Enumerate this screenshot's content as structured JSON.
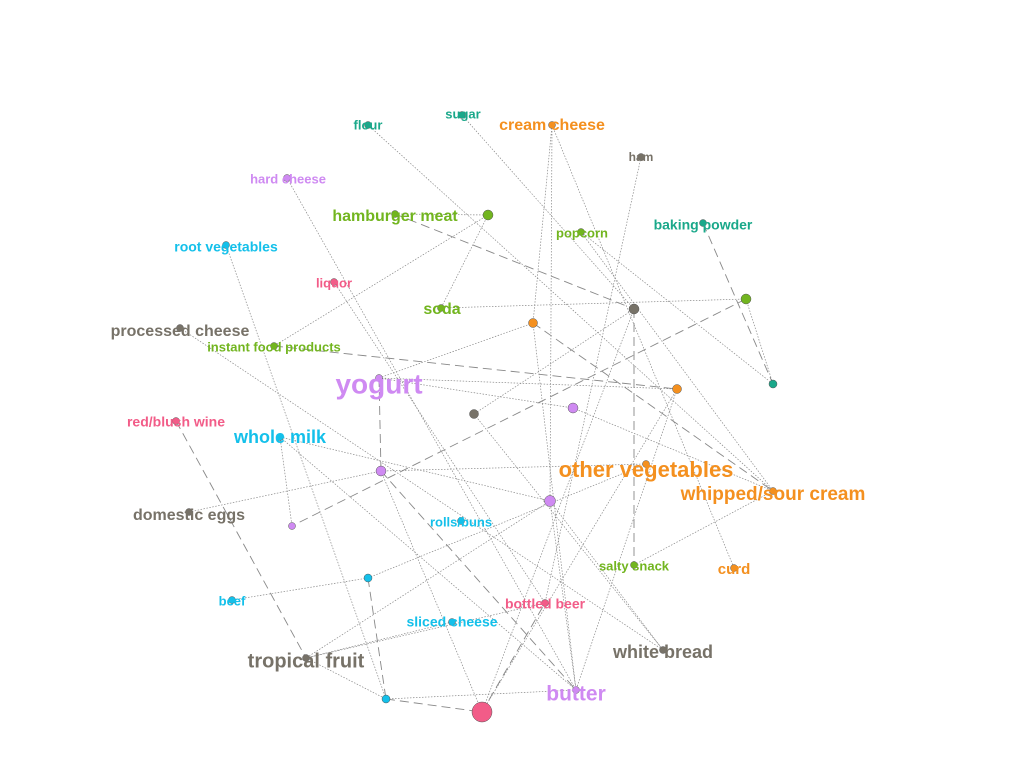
{
  "graph": {
    "nodes": [
      {
        "id": "flour",
        "label": "flour",
        "color": "#1aa88a"
      },
      {
        "id": "sugar",
        "label": "sugar",
        "color": "#1aa88a"
      },
      {
        "id": "cream_cheese",
        "label": "cream cheese",
        "color": "#f4901f"
      },
      {
        "id": "ham",
        "label": "ham",
        "color": "#777268"
      },
      {
        "id": "hard_cheese",
        "label": "hard cheese",
        "color": "#cf8af2"
      },
      {
        "id": "hamburger_meat",
        "label": "hamburger meat",
        "color": "#72b51f"
      },
      {
        "id": "popcorn",
        "label": "popcorn",
        "color": "#72b51f"
      },
      {
        "id": "baking_powder",
        "label": "baking powder",
        "color": "#1aa88a"
      },
      {
        "id": "root_vegetables",
        "label": "root vegetables",
        "color": "#14c0ea"
      },
      {
        "id": "liquor",
        "label": "liquor",
        "color": "#f25c88"
      },
      {
        "id": "soda",
        "label": "soda",
        "color": "#72b51f"
      },
      {
        "id": "processed_cheese",
        "label": "processed cheese",
        "color": "#777268"
      },
      {
        "id": "instant_food",
        "label": "instant food products",
        "color": "#72b51f"
      },
      {
        "id": "yogurt",
        "label": "yogurt",
        "color": "#cf8af2"
      },
      {
        "id": "red_wine",
        "label": "red/blush wine",
        "color": "#f25c88"
      },
      {
        "id": "whole_milk",
        "label": "whole milk",
        "color": "#14c0ea"
      },
      {
        "id": "other_vegetables",
        "label": "other vegetables",
        "color": "#f4901f"
      },
      {
        "id": "whipped_cream",
        "label": "whipped/sour cream",
        "color": "#f4901f"
      },
      {
        "id": "domestic_eggs",
        "label": "domestic eggs",
        "color": "#777268"
      },
      {
        "id": "rolls_buns",
        "label": "rolls/buns",
        "color": "#14c0ea"
      },
      {
        "id": "salty_snack",
        "label": "salty snack",
        "color": "#72b51f"
      },
      {
        "id": "curd",
        "label": "curd",
        "color": "#f4901f"
      },
      {
        "id": "beef",
        "label": "beef",
        "color": "#14c0ea"
      },
      {
        "id": "bottled_beer",
        "label": "bottled beer",
        "color": "#f25c88"
      },
      {
        "id": "sliced_cheese",
        "label": "sliced cheese",
        "color": "#14c0ea"
      },
      {
        "id": "white_bread",
        "label": "white bread",
        "color": "#777268"
      },
      {
        "id": "tropical_fruit",
        "label": "tropical fruit",
        "color": "#777268"
      },
      {
        "id": "butter",
        "label": "butter",
        "color": "#cf8af2"
      }
    ],
    "edge_color": "#888888"
  }
}
